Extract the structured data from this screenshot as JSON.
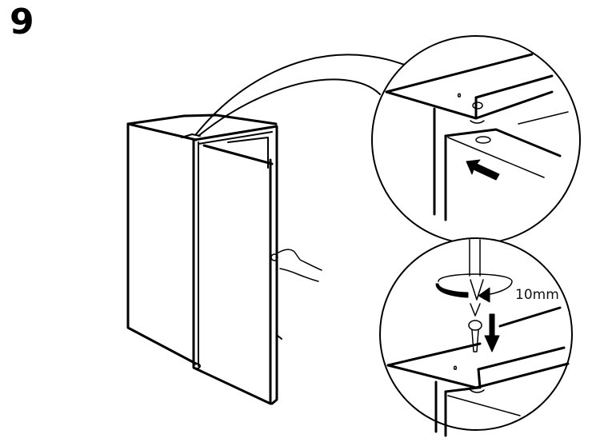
{
  "step": {
    "number": "9"
  },
  "detail_bottom": {
    "dimension_label": "10mm"
  },
  "illustration": {
    "main": "cabinet-with-door-being-held-by-hand",
    "detail_top": "door-hinge-pin-alignment-with-push-arrow",
    "detail_bottom": "screwdriver-rotating-screw-into-hinge"
  },
  "colors": {
    "line": "#000000",
    "background": "#ffffff"
  }
}
